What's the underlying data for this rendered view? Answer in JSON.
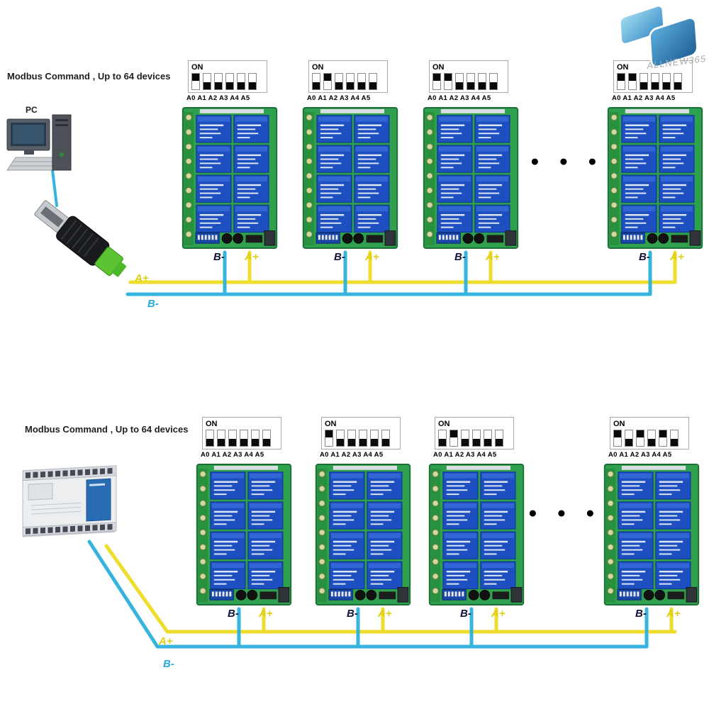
{
  "watermark": {
    "text": "ALLNEW365"
  },
  "labels": {
    "caption": "Modbus Command , Up to 64 devices",
    "pc": "PC",
    "dip_on": "ON",
    "dip_addresses": "A0 A1 A2 A3 A4 A5",
    "bus_a": "A+",
    "bus_b": "B-",
    "ellipsis": "● ● ●"
  },
  "colors": {
    "wire_a": "#eedd2c",
    "wire_b": "#35b4dd",
    "pcb_green": "#2fa04e",
    "relay_blue": "#1d4fc0"
  },
  "boards": {
    "top": [
      {
        "dip": "100000"
      },
      {
        "dip": "010000"
      },
      {
        "dip": "110000"
      },
      {
        "dip": "110000"
      }
    ],
    "bottom": [
      {
        "dip": "000000"
      },
      {
        "dip": "100000"
      },
      {
        "dip": "010000"
      },
      {
        "dip": "101010"
      }
    ]
  }
}
